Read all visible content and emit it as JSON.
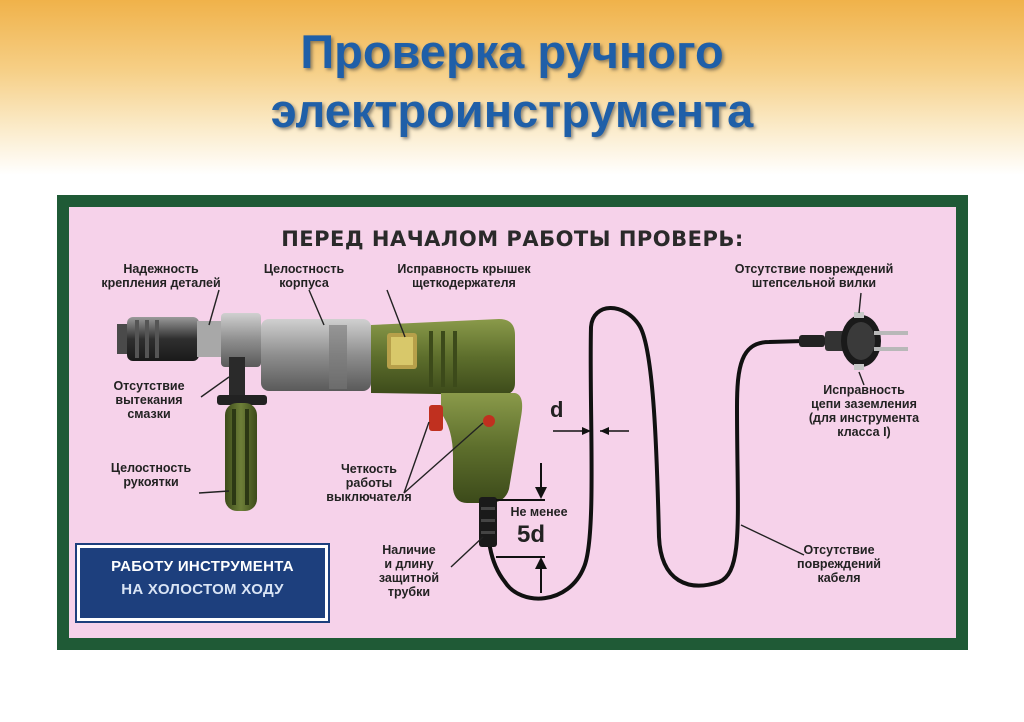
{
  "slide": {
    "title_line1": "Проверка ручного",
    "title_line2": "электроинструмента"
  },
  "poster": {
    "heading": "ПЕРЕД НАЧАЛОМ РАБОТЫ ПРОВЕРЬ:",
    "labels": {
      "fastening": "Надежность\nкрепления деталей",
      "housing": "Целостность\nкорпуса",
      "brush_caps": "Исправность крышек\nщеткодержателя",
      "plug": "Отсутствие повреждений\nштепсельной вилки",
      "lubricant": "Отсутствие\nвытекания\nсмазки",
      "grounding": "Исправность\nцепи заземления\n(для инструмента\nкласса I)",
      "handle": "Целостность\nрукоятки",
      "switch": "Четкость\nработы\nвыключателя",
      "tube": "Наличие\nи длину\nзащитной\nтрубки",
      "cable": "Отсутствие\nповреждений\nкабеля",
      "min_label": "Не менее",
      "d_mark": "d",
      "fived_mark": "5d"
    },
    "badge": {
      "line1": "РАБОТУ ИНСТРУМЕНТА",
      "line2": "НА ХОЛОСТОМ ХОДУ"
    }
  },
  "colors": {
    "title": "#1f5fa8",
    "frame": "#1f5a36",
    "poster_bg": "#f6d2ea",
    "badge": "#1d3f7d",
    "drill_body": "#5d6e2c"
  }
}
